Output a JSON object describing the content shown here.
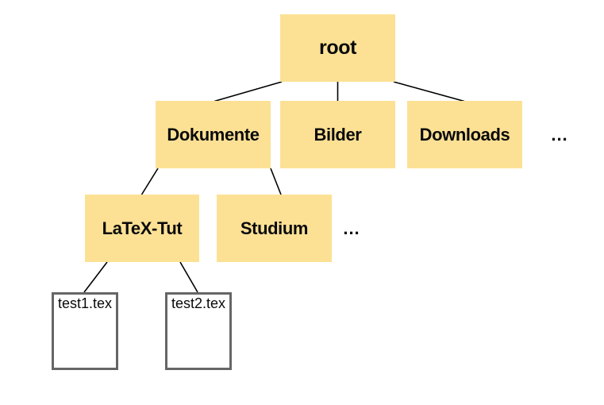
{
  "diagram": {
    "type": "tree",
    "description": "Directory tree diagram",
    "colors": {
      "folder_fill": "#FCE195",
      "file_fill": "#FFFFFF",
      "file_border": "#666666",
      "edge": "#000000",
      "text": "#0A0A0A"
    },
    "nodes": {
      "root": {
        "label": "root",
        "kind": "folder",
        "level": 0
      },
      "dokumente": {
        "label": "Dokumente",
        "kind": "folder",
        "level": 1
      },
      "bilder": {
        "label": "Bilder",
        "kind": "folder",
        "level": 1
      },
      "downloads": {
        "label": "Downloads",
        "kind": "folder",
        "level": 1
      },
      "latex_tut": {
        "label": "LaTeX-Tut",
        "kind": "folder",
        "level": 2
      },
      "studium": {
        "label": "Studium",
        "kind": "folder",
        "level": 2
      },
      "test1": {
        "label": "test1.tex",
        "kind": "file",
        "level": 3
      },
      "test2": {
        "label": "test2.tex",
        "kind": "file",
        "level": 3
      }
    },
    "ellipsis": {
      "after_downloads": "...",
      "after_studium": "..."
    },
    "edges": [
      {
        "from": "root",
        "to": "dokumente"
      },
      {
        "from": "root",
        "to": "bilder"
      },
      {
        "from": "root",
        "to": "downloads"
      },
      {
        "from": "dokumente",
        "to": "latex_tut"
      },
      {
        "from": "dokumente",
        "to": "studium"
      },
      {
        "from": "latex_tut",
        "to": "test1"
      },
      {
        "from": "latex_tut",
        "to": "test2"
      }
    ]
  }
}
